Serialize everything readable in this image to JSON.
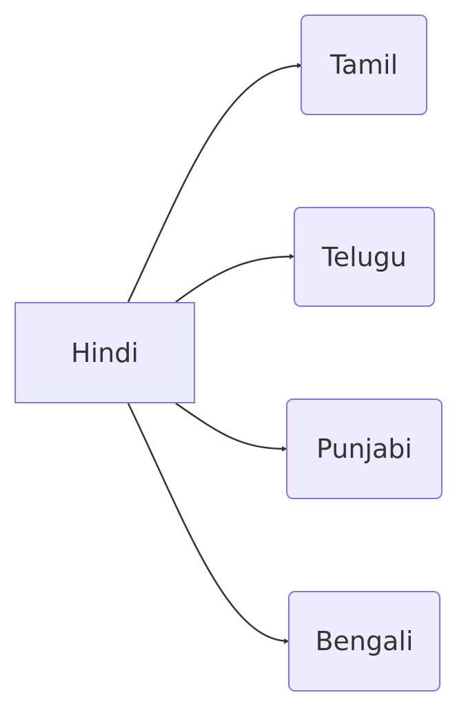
{
  "diagram": {
    "type": "flowchart",
    "direction": "left-to-right",
    "colors": {
      "node_fill": "#ECECFF",
      "node_border": "#9370DB",
      "edge": "#333333",
      "text": "#333333"
    },
    "nodes": {
      "hindi": {
        "label": "Hindi"
      },
      "tamil": {
        "label": "Tamil"
      },
      "telugu": {
        "label": "Telugu"
      },
      "punjabi": {
        "label": "Punjabi"
      },
      "bengali": {
        "label": "Bengali"
      }
    },
    "edges": [
      {
        "from": "hindi",
        "to": "tamil"
      },
      {
        "from": "hindi",
        "to": "telugu"
      },
      {
        "from": "hindi",
        "to": "punjabi"
      },
      {
        "from": "hindi",
        "to": "bengali"
      }
    ]
  }
}
